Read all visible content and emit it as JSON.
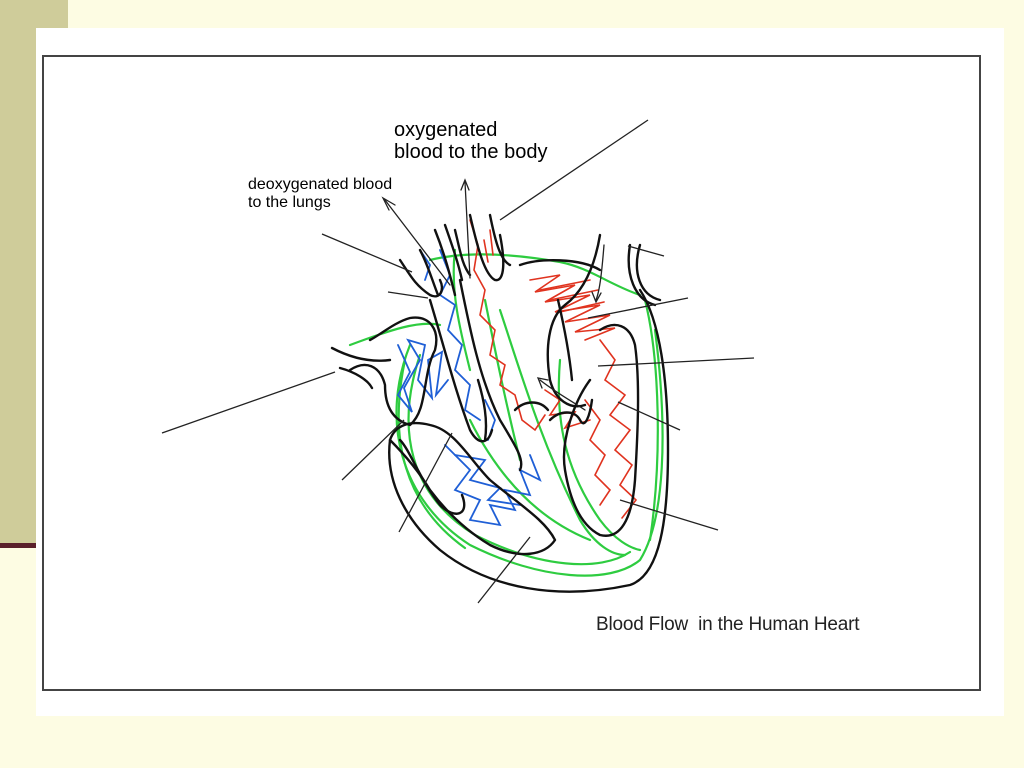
{
  "labels": {
    "oxygenated_line1": "oxygenated",
    "oxygenated_line2": "blood to the body",
    "deoxygenated_line1": "deoxygenated blood",
    "deoxygenated_line2": "to the lungs",
    "title": "Blood Flow  in the Human Heart"
  },
  "colors": {
    "slide_background": "#fdfce3",
    "sidebar": "#cfcc9a",
    "sidebar_rule": "#5a1f2a",
    "outline": "#111111",
    "wall_green": "#2ecc40",
    "deoxygenated_blue": "#1f5fd6",
    "oxygenated_red": "#e0331f"
  }
}
